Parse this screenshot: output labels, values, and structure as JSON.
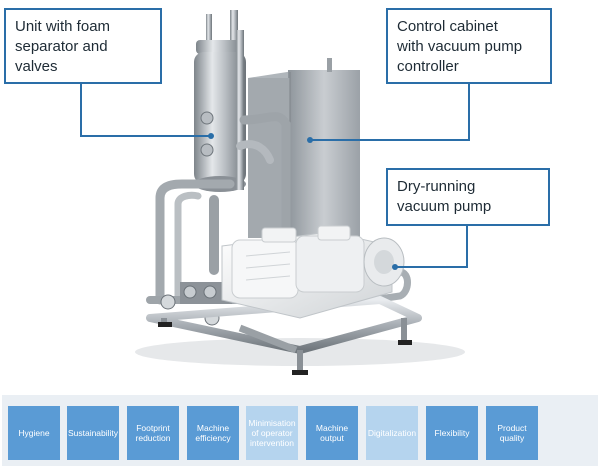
{
  "callouts": {
    "foam_unit": "Unit with foam\nseparator and\nvalves",
    "control_cabinet": "Control cabinet\nwith vacuum pump\ncontroller",
    "vacuum_pump": "Dry-running\nvacuum pump"
  },
  "benefits": [
    {
      "label": "Hygiene",
      "state": "active"
    },
    {
      "label": "Sustainability",
      "state": "active"
    },
    {
      "label": "Footprint\nreduction",
      "state": "active"
    },
    {
      "label": "Machine\nefficiency",
      "state": "active"
    },
    {
      "label": "Minimisation\nof operator\nintervention",
      "state": "inactive"
    },
    {
      "label": "Machine\noutput",
      "state": "active"
    },
    {
      "label": "Digitalization",
      "state": "inactive"
    },
    {
      "label": "Flexibility",
      "state": "active"
    },
    {
      "label": "Product\nquality",
      "state": "active"
    }
  ],
  "colors": {
    "accent": "#2a6ea8",
    "tile_active": "#5a9bd5",
    "tile_inactive": "#b5d4ee",
    "strip_bg": "#eaeff4"
  }
}
